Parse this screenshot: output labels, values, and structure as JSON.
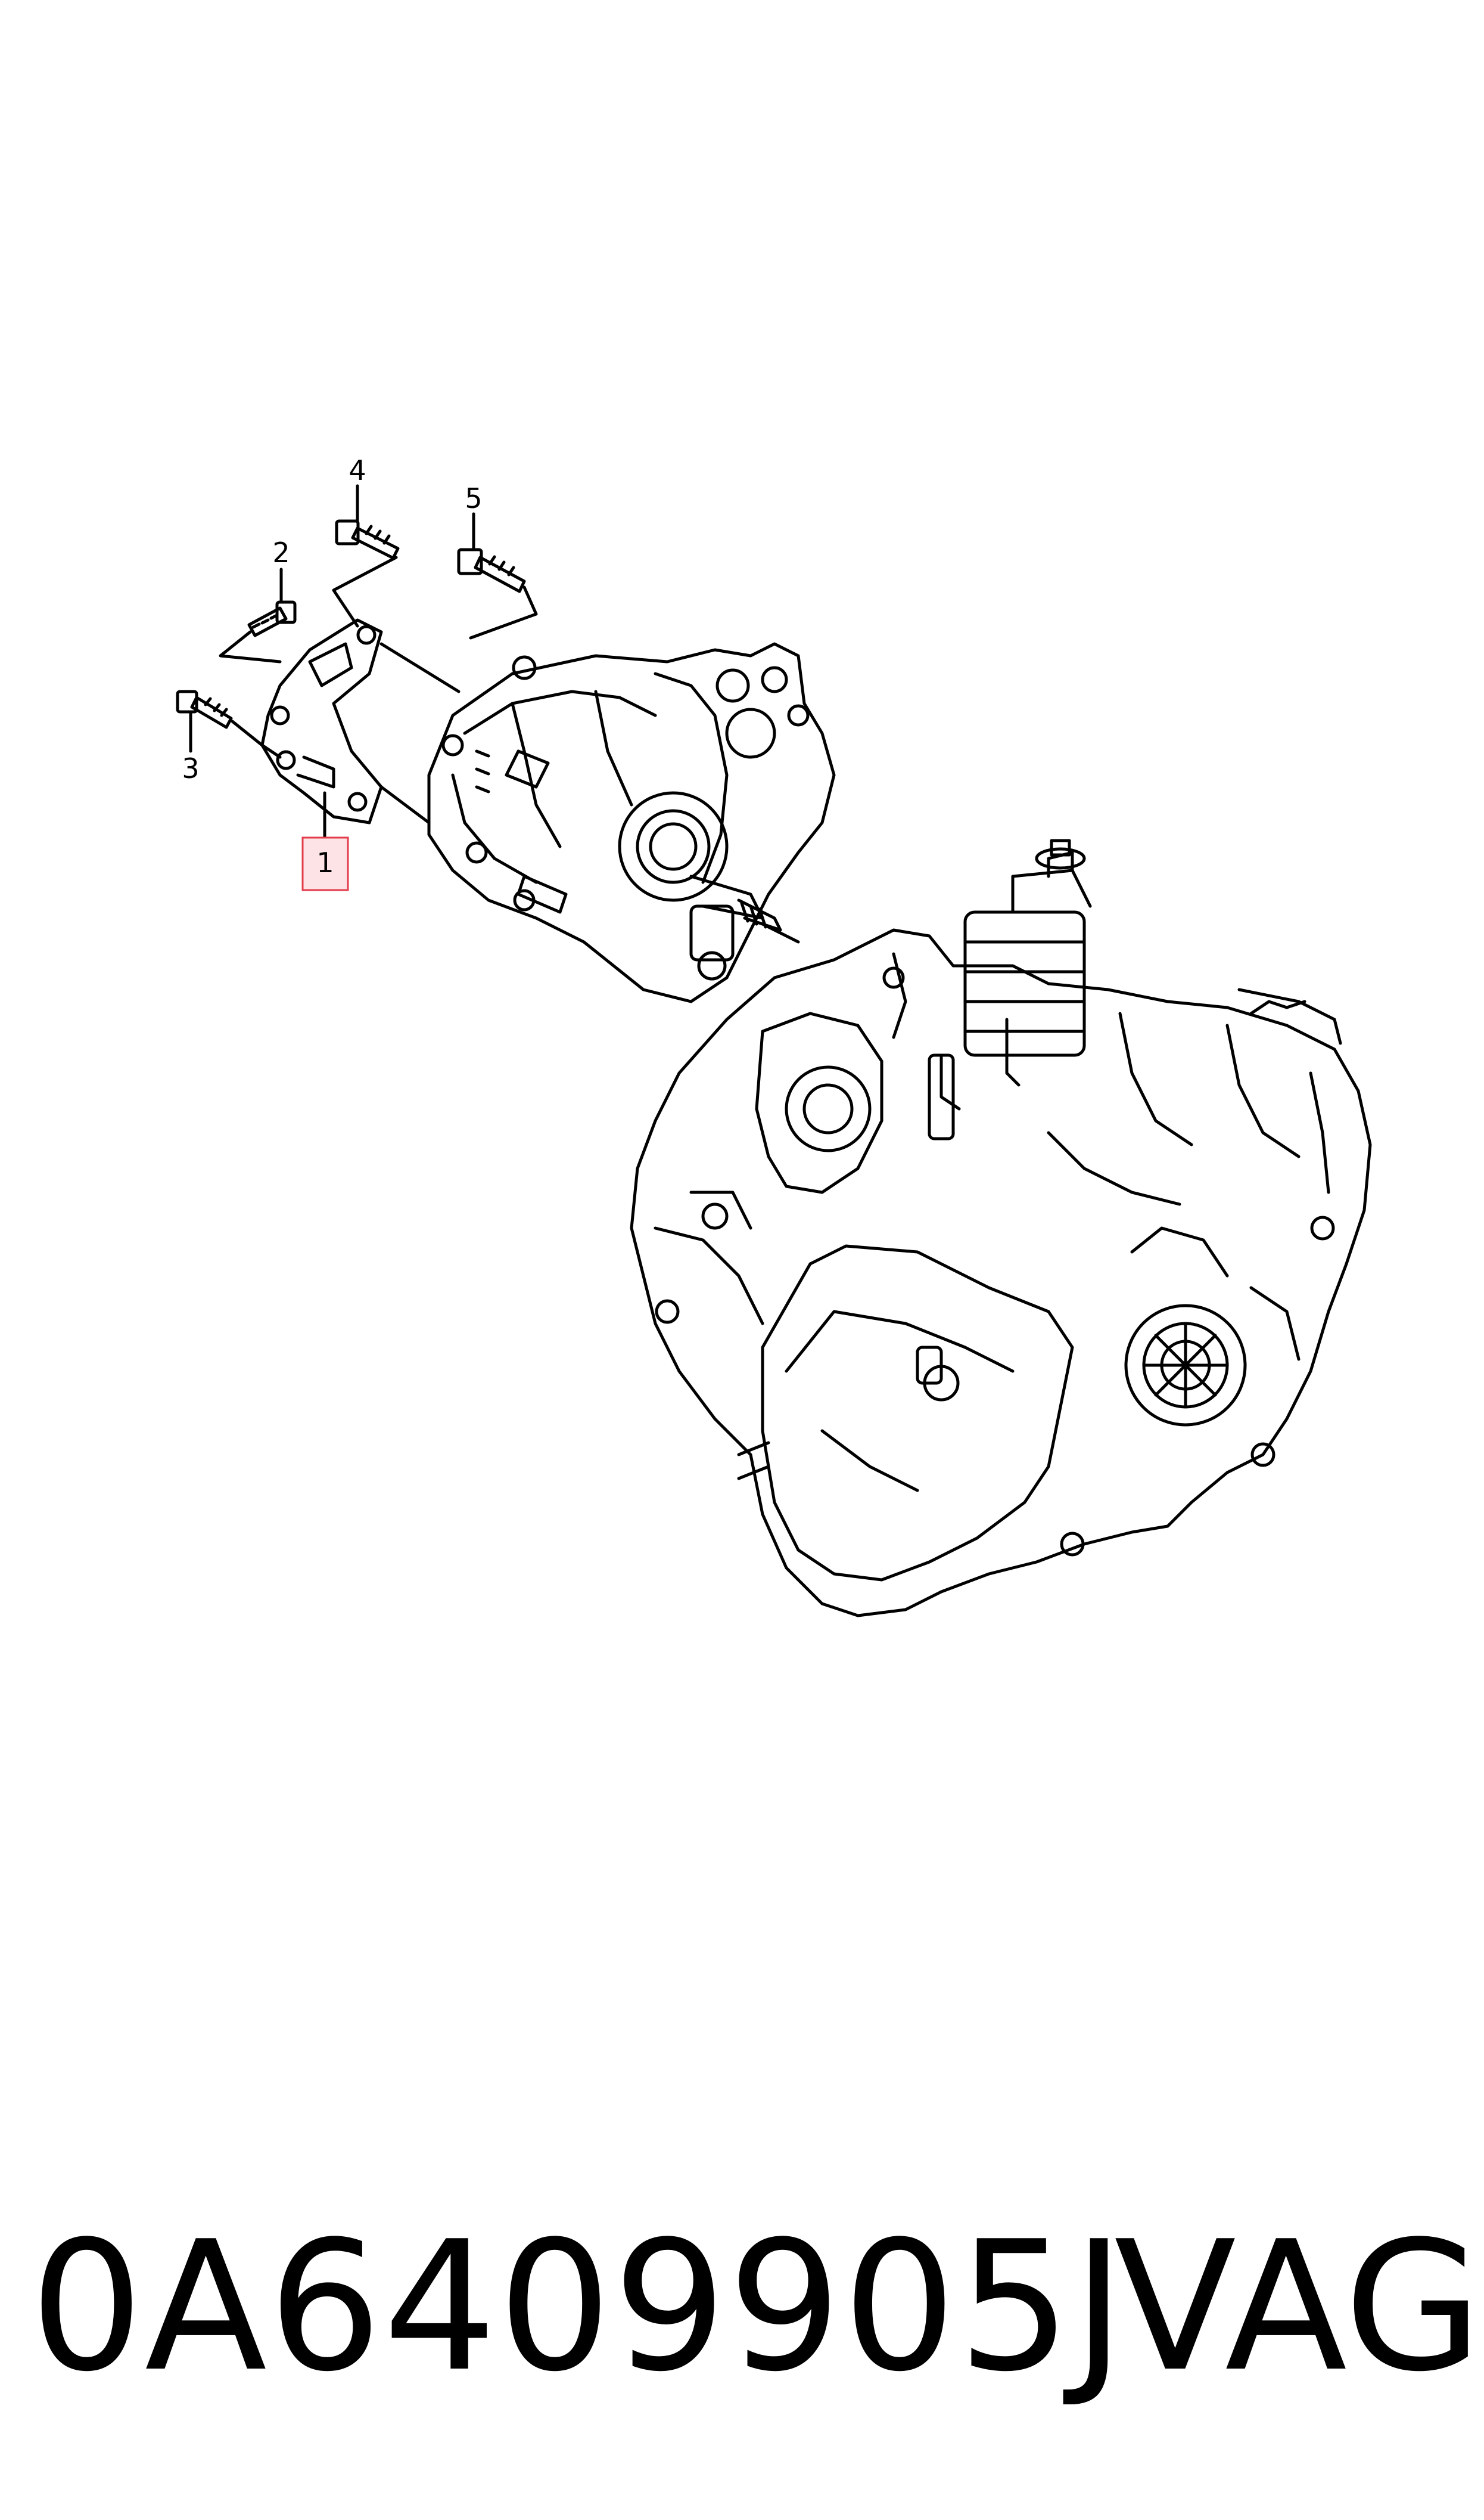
{
  "diagram": {
    "callouts": [
      {
        "id": "1",
        "label": "1",
        "highlighted": true
      },
      {
        "id": "2",
        "label": "2",
        "highlighted": false
      },
      {
        "id": "3",
        "label": "3",
        "highlighted": false
      },
      {
        "id": "4",
        "label": "4",
        "highlighted": false
      },
      {
        "id": "5",
        "label": "5",
        "highlighted": false
      }
    ],
    "highlight_fill": "#fde3e6",
    "highlight_stroke": "#e23b4a",
    "line_color": "#000000"
  },
  "footer": {
    "part_number": "0A6409905J",
    "brand": "VAG"
  }
}
